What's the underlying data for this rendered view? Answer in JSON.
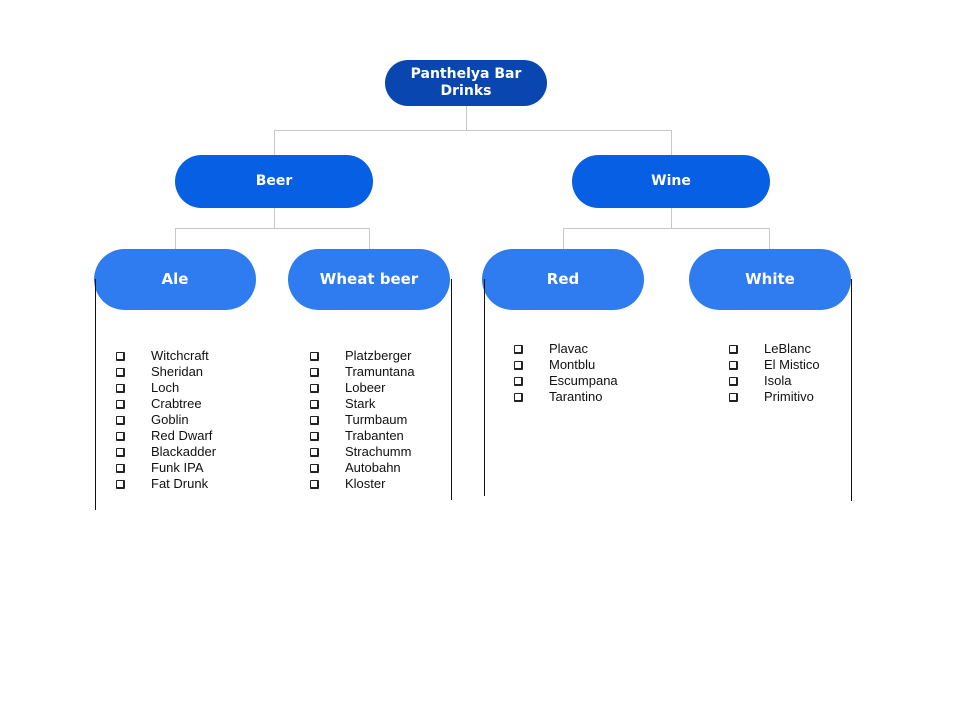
{
  "root": {
    "label": "Panthelya Bar Drinks",
    "color": "#0a46b0"
  },
  "categories": [
    {
      "label": "Beer",
      "color": "#075fe4",
      "subcategories": [
        {
          "label": "Ale",
          "items": [
            "Witchcraft",
            "Sheridan",
            "Loch",
            "Crabtree",
            "Goblin",
            "Red Dwarf",
            "Blackadder",
            "Funk IPA",
            "Fat Drunk"
          ]
        },
        {
          "label": "Wheat beer",
          "items": [
            "Platzberger",
            "Tramuntana",
            "Lobeer",
            "Stark",
            "Turmbaum",
            "Trabanten",
            "Strachumm",
            "Autobahn",
            "Kloster"
          ]
        }
      ]
    },
    {
      "label": "Wine",
      "color": "#075fe4",
      "subcategories": [
        {
          "label": "Red",
          "items": [
            "Plavac",
            "Montblu",
            "Escumpana",
            "Tarantino"
          ]
        },
        {
          "label": "White",
          "items": [
            "LeBlanc",
            "El Mistico",
            "Isola",
            "Primitivo"
          ]
        }
      ]
    }
  ],
  "colors": {
    "subcategory": "#2f7bf0",
    "connector": "#c8c8c8"
  }
}
